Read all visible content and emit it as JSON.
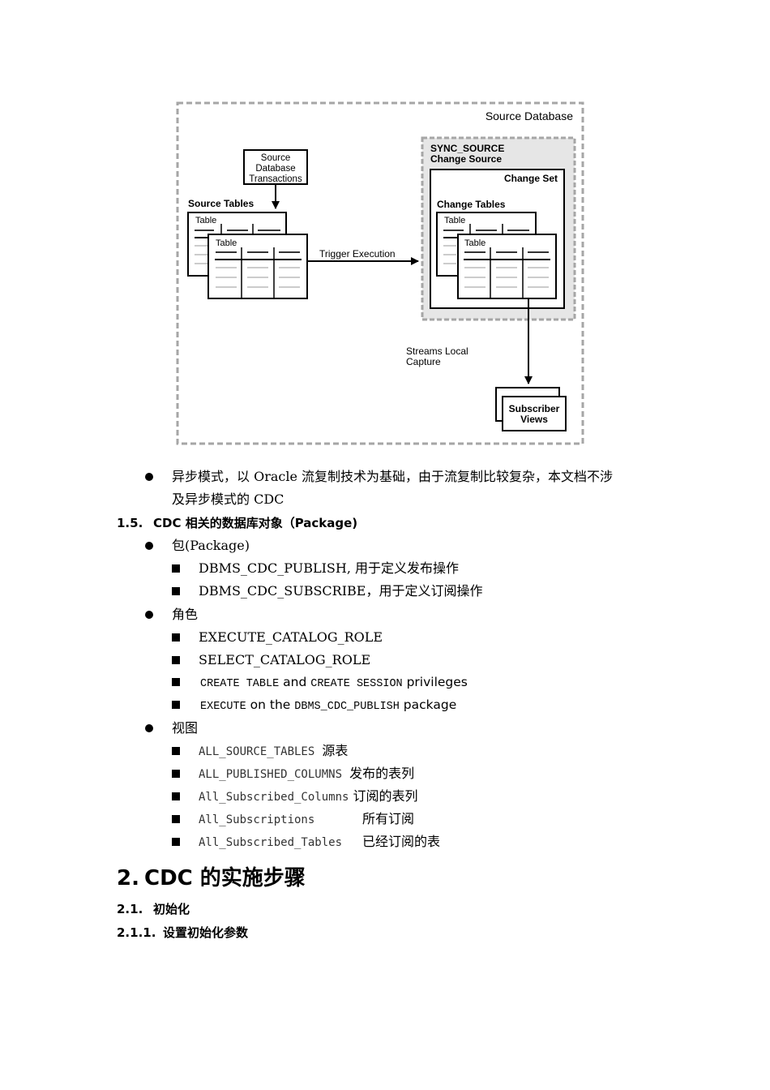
{
  "diagram": {
    "source_database": "Source Database",
    "sync_source_line1": "SYNC_SOURCE",
    "sync_source_line2": "Change Source",
    "change_set": "Change Set",
    "change_tables": "Change Tables",
    "source_tables": "Source Tables",
    "transactions_line1": "Source",
    "transactions_line2": "Database",
    "transactions_line3": "Transactions",
    "table_label": "Table",
    "trigger_execution": "Trigger Execution",
    "streams_line1": "Streams Local",
    "streams_line2": "Capture",
    "subscriber_line1": "Subscriber",
    "subscriber_line2": "Views"
  },
  "async_bullet": {
    "line1": "异步模式，以 Oracle 流复制技术为基础，由于流复制比较复杂，本文档不涉",
    "line2": "及异步模式的 CDC"
  },
  "section_1_5": {
    "num": "1.5.",
    "title": "CDC 相关的数据库对象（Package)"
  },
  "package": {
    "label": "包(Package)",
    "items": [
      "DBMS_CDC_PUBLISH,  用于定义发布操作",
      "DBMS_CDC_SUBSCRIBE，用于定义订阅操作"
    ]
  },
  "roles": {
    "label": "角色",
    "items": [
      "EXECUTE_CATALOG_ROLE",
      "SELECT_CATALOG_ROLE"
    ],
    "priv1": {
      "code1": "CREATE TABLE",
      "and": " and ",
      "code2": "CREATE SESSION",
      "tail": " privileges"
    },
    "priv2": {
      "code1": "EXECUTE",
      "on": " on the ",
      "code2": "DBMS_CDC_PUBLISH",
      "tail": " package"
    }
  },
  "views": {
    "label": "视图",
    "items": [
      {
        "name": "ALL_SOURCE_TABLES",
        "desc": "源表"
      },
      {
        "name": "ALL_PUBLISHED_COLUMNS",
        "desc": "发布的表列"
      },
      {
        "name": "All_Subscribed_Columns",
        "desc": "订阅的表列"
      },
      {
        "name": "All_Subscriptions",
        "desc": "所有订阅"
      },
      {
        "name": "All_Subscribed_Tables",
        "desc": "已经订阅的表"
      }
    ]
  },
  "chapter_2": {
    "num": "2.",
    "title": "CDC 的实施步骤"
  },
  "section_2_1": {
    "num": "2.1.",
    "title": "初始化"
  },
  "section_2_1_1": {
    "num": "2.1.1.",
    "title": "设置初始化参数"
  }
}
